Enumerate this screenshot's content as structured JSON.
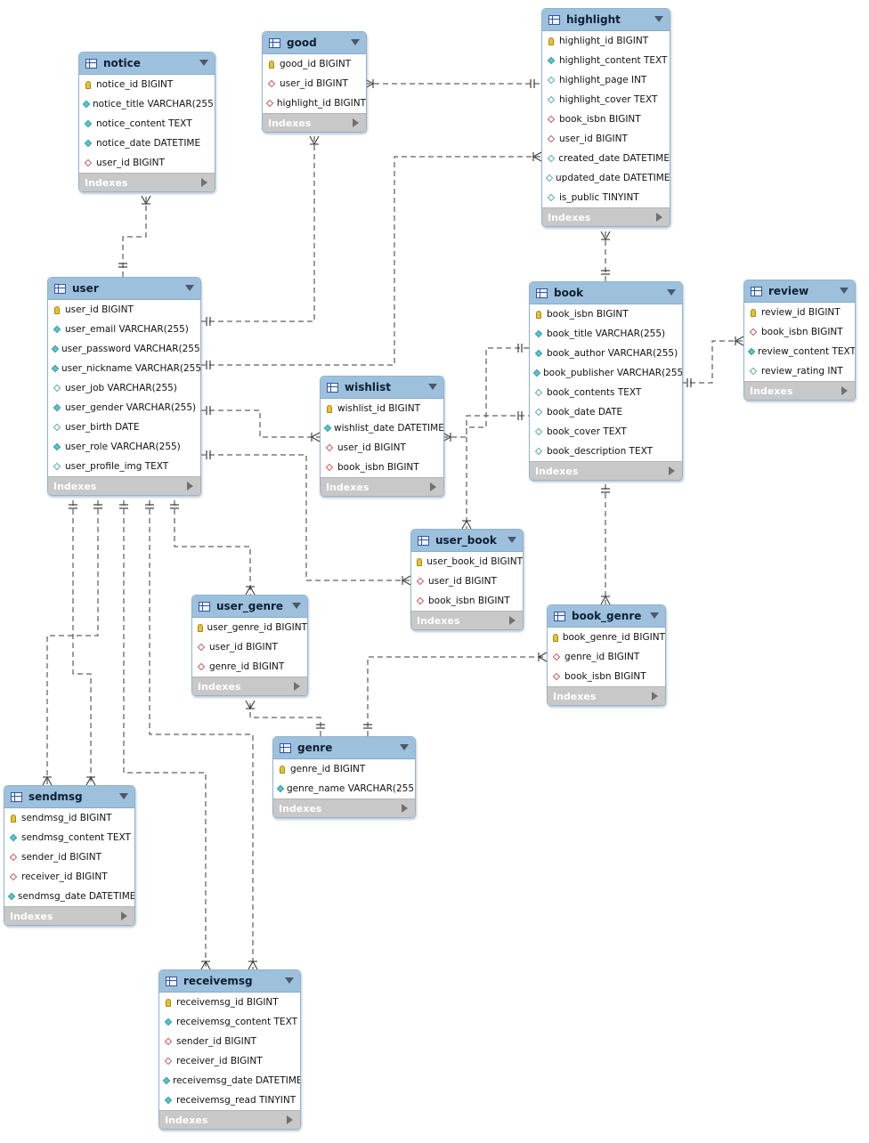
{
  "diagram": {
    "indexes_label": "Indexes",
    "tables": [
      {
        "id": "notice",
        "name": "notice",
        "columns": [
          {
            "text": "notice_id BIGINT",
            "kind": "pk"
          },
          {
            "text": "notice_title VARCHAR(255)",
            "kind": "field"
          },
          {
            "text": "notice_content TEXT",
            "kind": "field"
          },
          {
            "text": "notice_date DATETIME",
            "kind": "field"
          },
          {
            "text": "user_id BIGINT",
            "kind": "fk"
          }
        ]
      },
      {
        "id": "good",
        "name": "good",
        "columns": [
          {
            "text": "good_id BIGINT",
            "kind": "pk"
          },
          {
            "text": "user_id BIGINT",
            "kind": "fk"
          },
          {
            "text": "highlight_id BIGINT",
            "kind": "fk"
          }
        ]
      },
      {
        "id": "highlight",
        "name": "highlight",
        "columns": [
          {
            "text": "highlight_id BIGINT",
            "kind": "pk"
          },
          {
            "text": "highlight_content TEXT",
            "kind": "field"
          },
          {
            "text": "highlight_page INT",
            "kind": "plain"
          },
          {
            "text": "highlight_cover TEXT",
            "kind": "plain"
          },
          {
            "text": "book_isbn BIGINT",
            "kind": "fk"
          },
          {
            "text": "user_id BIGINT",
            "kind": "fk"
          },
          {
            "text": "created_date DATETIME",
            "kind": "plain"
          },
          {
            "text": "updated_date DATETIME",
            "kind": "plain"
          },
          {
            "text": "is_public TINYINT",
            "kind": "plain"
          }
        ]
      },
      {
        "id": "user",
        "name": "user",
        "columns": [
          {
            "text": "user_id BIGINT",
            "kind": "pk"
          },
          {
            "text": "user_email VARCHAR(255)",
            "kind": "field"
          },
          {
            "text": "user_password VARCHAR(255)",
            "kind": "field"
          },
          {
            "text": "user_nickname VARCHAR(255)",
            "kind": "field"
          },
          {
            "text": "user_job VARCHAR(255)",
            "kind": "plain"
          },
          {
            "text": "user_gender VARCHAR(255)",
            "kind": "field"
          },
          {
            "text": "user_birth DATE",
            "kind": "plain"
          },
          {
            "text": "user_role VARCHAR(255)",
            "kind": "field"
          },
          {
            "text": "user_profile_img TEXT",
            "kind": "plain"
          }
        ]
      },
      {
        "id": "wishlist",
        "name": "wishlist",
        "columns": [
          {
            "text": "wishlist_id BIGINT",
            "kind": "pk"
          },
          {
            "text": "wishlist_date DATETIME",
            "kind": "field"
          },
          {
            "text": "user_id BIGINT",
            "kind": "fk"
          },
          {
            "text": "book_isbn BIGINT",
            "kind": "fk"
          }
        ]
      },
      {
        "id": "book",
        "name": "book",
        "columns": [
          {
            "text": "book_isbn BIGINT",
            "kind": "pk"
          },
          {
            "text": "book_title VARCHAR(255)",
            "kind": "field"
          },
          {
            "text": "book_author VARCHAR(255)",
            "kind": "field"
          },
          {
            "text": "book_publisher VARCHAR(255)",
            "kind": "field"
          },
          {
            "text": "book_contents TEXT",
            "kind": "plain"
          },
          {
            "text": "book_date DATE",
            "kind": "plain"
          },
          {
            "text": "book_cover TEXT",
            "kind": "plain"
          },
          {
            "text": "book_description TEXT",
            "kind": "plain"
          }
        ]
      },
      {
        "id": "review",
        "name": "review",
        "columns": [
          {
            "text": "review_id BIGINT",
            "kind": "pk"
          },
          {
            "text": "book_isbn BIGINT",
            "kind": "fk"
          },
          {
            "text": "review_content TEXT",
            "kind": "field"
          },
          {
            "text": "review_rating INT",
            "kind": "plain"
          }
        ]
      },
      {
        "id": "user_book",
        "name": "user_book",
        "columns": [
          {
            "text": "user_book_id BIGINT",
            "kind": "pk"
          },
          {
            "text": "user_id BIGINT",
            "kind": "fk"
          },
          {
            "text": "book_isbn BIGINT",
            "kind": "fk"
          }
        ]
      },
      {
        "id": "user_genre",
        "name": "user_genre",
        "columns": [
          {
            "text": "user_genre_id BIGINT",
            "kind": "pk"
          },
          {
            "text": "user_id BIGINT",
            "kind": "fk"
          },
          {
            "text": "genre_id BIGINT",
            "kind": "fk"
          }
        ]
      },
      {
        "id": "book_genre",
        "name": "book_genre",
        "columns": [
          {
            "text": "book_genre_id BIGINT",
            "kind": "pk"
          },
          {
            "text": "genre_id BIGINT",
            "kind": "fk"
          },
          {
            "text": "book_isbn BIGINT",
            "kind": "fk"
          }
        ]
      },
      {
        "id": "genre",
        "name": "genre",
        "columns": [
          {
            "text": "genre_id BIGINT",
            "kind": "pk"
          },
          {
            "text": "genre_name VARCHAR(255)",
            "kind": "field"
          }
        ]
      },
      {
        "id": "sendmsg",
        "name": "sendmsg",
        "columns": [
          {
            "text": "sendmsg_id BIGINT",
            "kind": "pk"
          },
          {
            "text": "sendmsg_content TEXT",
            "kind": "field"
          },
          {
            "text": "sender_id BIGINT",
            "kind": "fk"
          },
          {
            "text": "receiver_id BIGINT",
            "kind": "fk"
          },
          {
            "text": "sendmsg_date DATETIME",
            "kind": "field"
          }
        ]
      },
      {
        "id": "receivemsg",
        "name": "receivemsg",
        "columns": [
          {
            "text": "receivemsg_id BIGINT",
            "kind": "pk"
          },
          {
            "text": "receivemsg_content TEXT",
            "kind": "field"
          },
          {
            "text": "sender_id BIGINT",
            "kind": "fk"
          },
          {
            "text": "receiver_id BIGINT",
            "kind": "fk"
          },
          {
            "text": "receivemsg_date DATETIME",
            "kind": "field"
          },
          {
            "text": "receivemsg_read TINYINT",
            "kind": "field"
          }
        ]
      }
    ],
    "relationships": [
      {
        "one": "user",
        "many": "notice"
      },
      {
        "one": "user",
        "many": "good"
      },
      {
        "one": "highlight",
        "many": "good"
      },
      {
        "one": "user",
        "many": "highlight"
      },
      {
        "one": "book",
        "many": "highlight"
      },
      {
        "one": "user",
        "many": "wishlist"
      },
      {
        "one": "book",
        "many": "wishlist"
      },
      {
        "one": "user",
        "many": "user_book"
      },
      {
        "one": "book",
        "many": "user_book"
      },
      {
        "one": "book",
        "many": "review"
      },
      {
        "one": "book",
        "many": "book_genre"
      },
      {
        "one": "genre",
        "many": "book_genre"
      },
      {
        "one": "genre",
        "many": "user_genre"
      },
      {
        "one": "user",
        "many": "user_genre"
      },
      {
        "one": "user",
        "many": "sendmsg"
      },
      {
        "one": "user",
        "many": "receivemsg"
      }
    ]
  }
}
